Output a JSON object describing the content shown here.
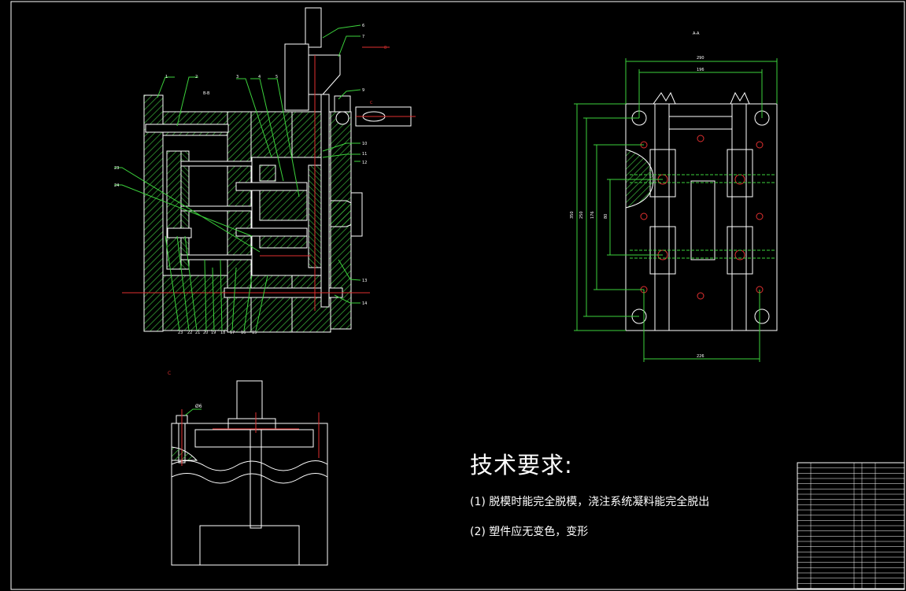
{
  "drawing": {
    "section_label_main": "B-B",
    "section_label_right": "A-A",
    "detail_label": "C",
    "callout_6": "6",
    "callout_7": "7",
    "callout_8": "8",
    "callout_9": "9",
    "callout_1": "1",
    "callout_2": "2",
    "callout_3": "3",
    "callout_4": "4",
    "callout_5": "5",
    "callout_10": "10",
    "callout_11": "11",
    "callout_12": "12",
    "callout_13": "13",
    "callout_14": "14",
    "callout_23": "23",
    "callout_24": "24",
    "bottom_callouts": [
      "23",
      "22",
      "21",
      "20",
      "19",
      "18",
      "17",
      "16",
      "15"
    ],
    "dim_detail": "Ø6",
    "dim_right_top1": "290",
    "dim_right_top2": "196",
    "dim_right_bottom": "226",
    "dim_right_left1": "350",
    "dim_right_left2": "250",
    "dim_right_left3": "176",
    "dim_right_left4": "80"
  },
  "requirements": {
    "title": "技术要求:",
    "item1": "(1) 脱模时能完全脱模，浇注系统凝料能完全脱出",
    "item2": "(2) 塑件应无变色，变形"
  },
  "colors": {
    "background": "#000000",
    "outline": "#ffffff",
    "hatch": "#3cb43c",
    "dimension": "#3cd23c",
    "center_line": "#e03030"
  }
}
